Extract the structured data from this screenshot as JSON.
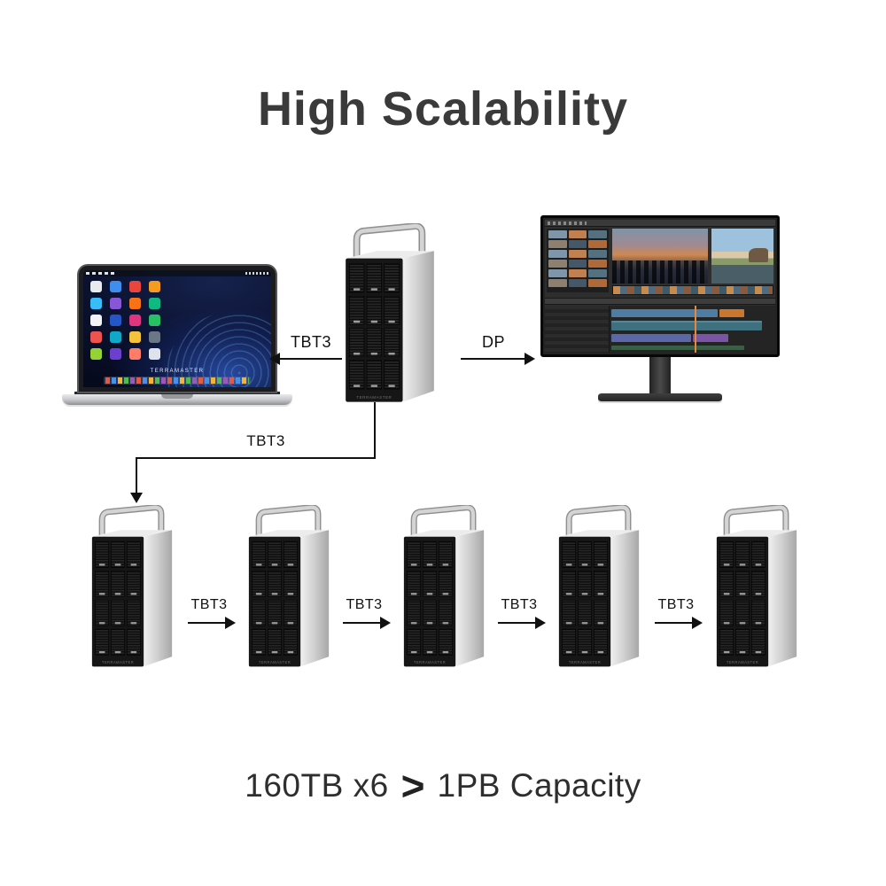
{
  "title": "High Scalability",
  "brand": "TERRAMASTER",
  "arrows": {
    "laptop": "TBT3",
    "monitor": "DP",
    "downlink": "TBT3",
    "chain": [
      "TBT3",
      "TBT3",
      "TBT3",
      "TBT3"
    ]
  },
  "footer": {
    "left": "160TB x6",
    "gt": ">",
    "right": "1PB Capacity"
  },
  "colors": {
    "title_text": "#3a3a3a",
    "arrow": "#111111",
    "tower_front": "#161616",
    "tower_silver": "#d2d2d2",
    "laptop_wallpaper": "#0b1230"
  }
}
